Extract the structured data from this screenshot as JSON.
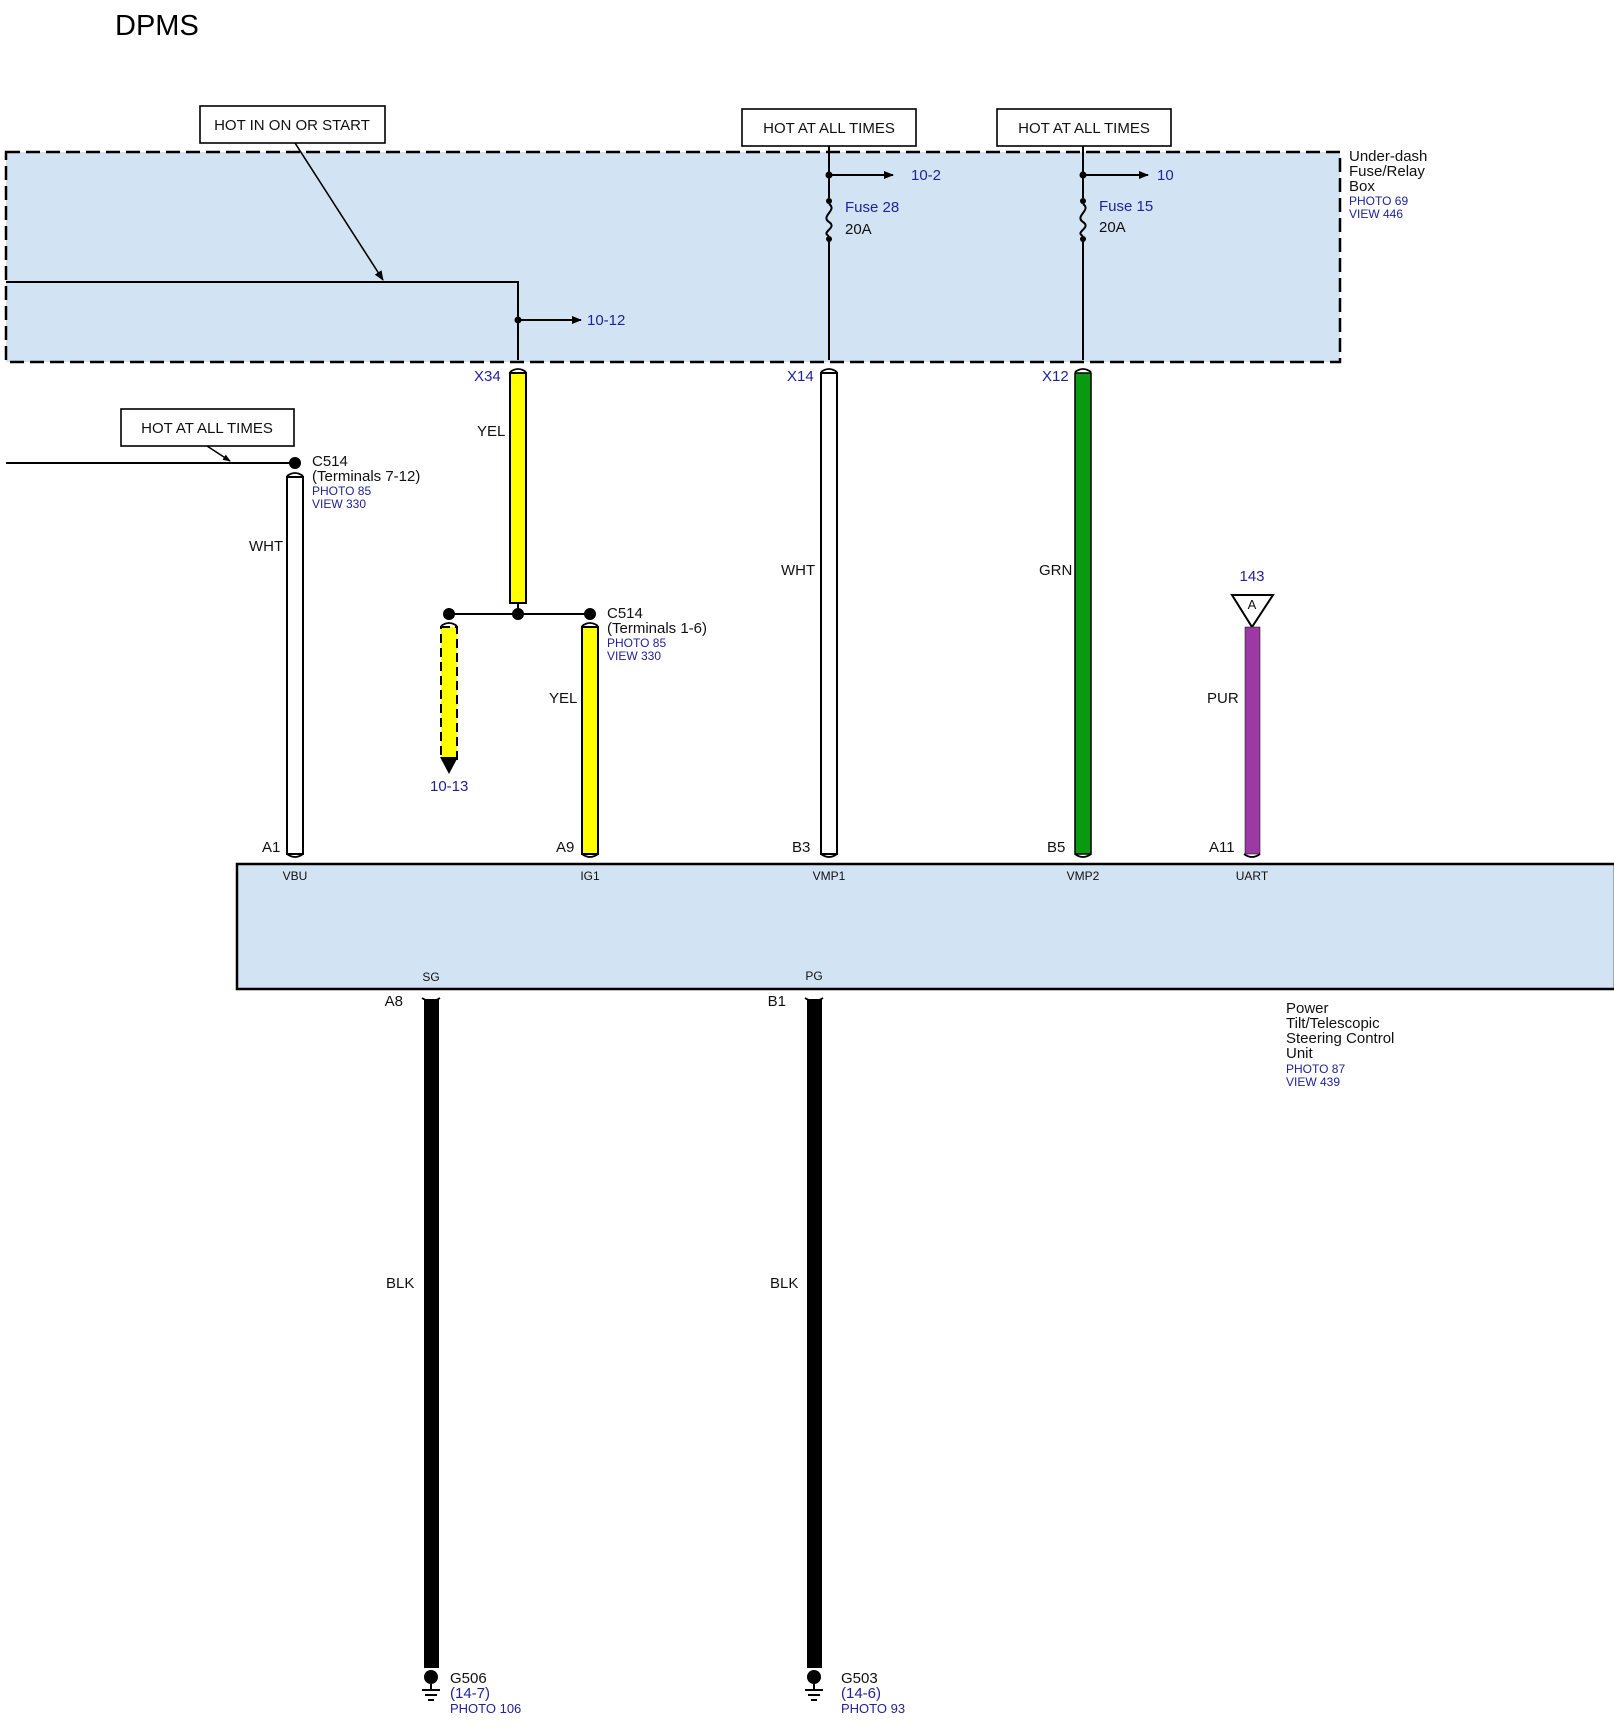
{
  "title": "DPMS",
  "hot_labels": {
    "ignition": "HOT IN ON OR START",
    "fuse28": "HOT AT ALL TIMES",
    "fuse15": "HOT AT ALL TIMES",
    "c514": "HOT AT ALL TIMES"
  },
  "fuse_box": {
    "name_line1": "Under-dash",
    "name_line2": "Fuse/Relay",
    "name_line3": "Box",
    "photo": "PHOTO 69",
    "view": "VIEW 446",
    "fuse28_name": "Fuse 28",
    "fuse28_rating": "20A",
    "fuse15_name": "Fuse 15",
    "fuse15_rating": "20A",
    "ref_fuse28": "10-2",
    "ref_fuse15": "10",
    "ref_ignition": "10-12",
    "terminal_x34": "X34",
    "terminal_x14": "X14",
    "terminal_x12": "X12"
  },
  "connector_c514_upper": {
    "name": "C514",
    "terminals": "(Terminals 7-12)",
    "photo": "PHOTO 85",
    "view": "VIEW 330"
  },
  "connector_c514_lower": {
    "name": "C514",
    "terminals": "(Terminals 1-6)",
    "photo": "PHOTO 85",
    "view": "VIEW 330"
  },
  "wires": {
    "vbu_color": "WHT",
    "ig1_upper_color": "YEL",
    "ig1_lower_color": "YEL",
    "vmp1_color": "WHT",
    "vmp2_color": "GRN",
    "uart_color": "PUR",
    "sg_color": "BLK",
    "pg_color": "BLK",
    "branch_ref": "10-13"
  },
  "uart_connector": {
    "ref": "143",
    "letter": "A"
  },
  "control_unit": {
    "name_line1": "Power",
    "name_line2": "Tilt/Telescopic",
    "name_line3": "Steering Control",
    "name_line4": "Unit",
    "photo": "PHOTO 87",
    "view": "VIEW 439",
    "pins_top": {
      "a1": "A1",
      "a9": "A9",
      "b3": "B3",
      "b5": "B5",
      "a11": "A11"
    },
    "signals_top": {
      "vbu": "VBU",
      "ig1": "IG1",
      "vmp1": "VMP1",
      "vmp2": "VMP2",
      "uart": "UART"
    },
    "pins_bottom": {
      "a8": "A8",
      "b1": "B1"
    },
    "signals_bottom": {
      "sg": "SG",
      "pg": "PG"
    }
  },
  "grounds": {
    "g506_name": "G506",
    "g506_ref": "(14-7)",
    "g506_photo": "PHOTO 106",
    "g503_name": "G503",
    "g503_ref": "(14-6)",
    "g503_photo": "PHOTO 93"
  },
  "colors": {
    "box_fill": "#d2e3f3",
    "yel": "#ffff00",
    "grn": "#0a9a12",
    "pur": "#9b3aa3",
    "blk": "#000000",
    "wht": "#ffffff",
    "ref_text": "#22229a"
  }
}
